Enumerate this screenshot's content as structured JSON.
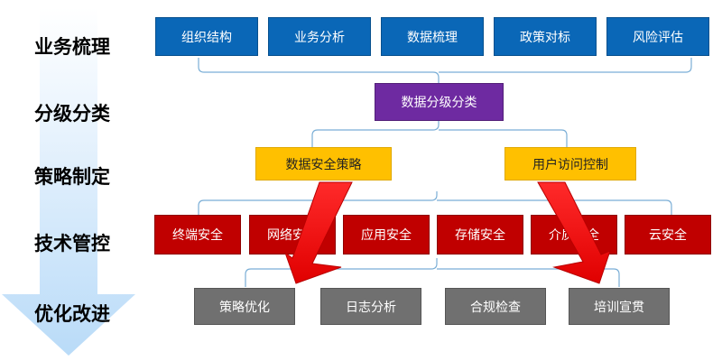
{
  "stages": [
    "业务梳理",
    "分级分类",
    "策略制定",
    "技术管控",
    "优化改进"
  ],
  "business": [
    "组织结构",
    "业务分析",
    "数据梳理",
    "政策对标",
    "风险评估"
  ],
  "classification": "数据分级分类",
  "strategies": [
    "数据安全策略",
    "用户访问控制"
  ],
  "controls": [
    "终端安全",
    "网络安全",
    "应用安全",
    "存储安全",
    "介质安全",
    "云安全"
  ],
  "optimizations": [
    "策略优化",
    "日志分析",
    "合规检查",
    "培训宣贯"
  ],
  "colors": {
    "business": "#0a67b7",
    "classification": "#6e2aa1",
    "strategy": "#ffc000",
    "control": "#c00000",
    "optimization": "#707070",
    "connector": "#7aaed6",
    "flow_arrow": "#ff1010",
    "stage_arrow": "#cfe6fb"
  }
}
